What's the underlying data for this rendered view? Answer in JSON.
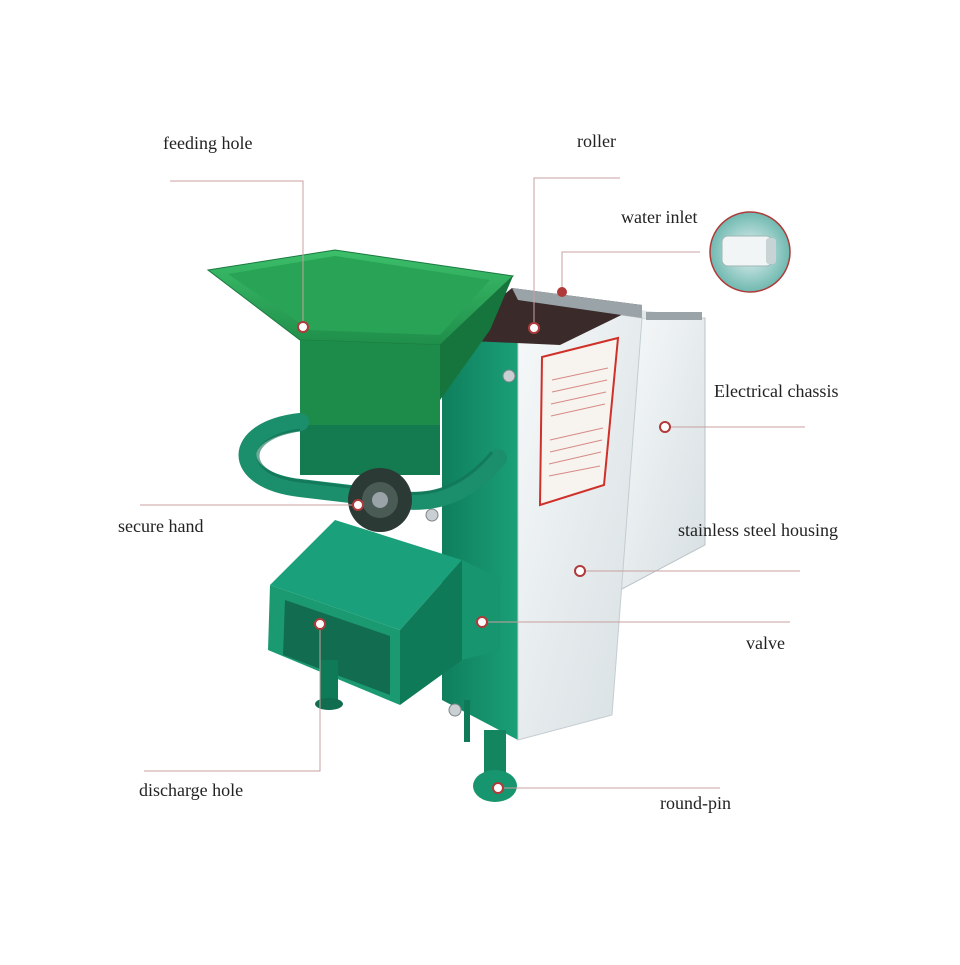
{
  "labels": {
    "feeding_hole": "feeding hole",
    "roller": "roller",
    "water_inlet": "water inlet",
    "electrical_chassis": "Electrical chassis",
    "secure_hand": "secure hand",
    "stainless_steel_housing": "stainless steel housing",
    "valve": "valve",
    "discharge_hole": "discharge hole",
    "round_pin": "round-pin"
  },
  "colors": {
    "machine_green": "#17956e",
    "machine_green_dark": "#0f7a58",
    "hopper_green": "#2fa655",
    "steel": "#e9eef0",
    "steel_shade": "#cfd8dc",
    "leader_line": "#c9a0a0",
    "marker": "#b03a3a",
    "sticker_border": "#d0302a"
  }
}
